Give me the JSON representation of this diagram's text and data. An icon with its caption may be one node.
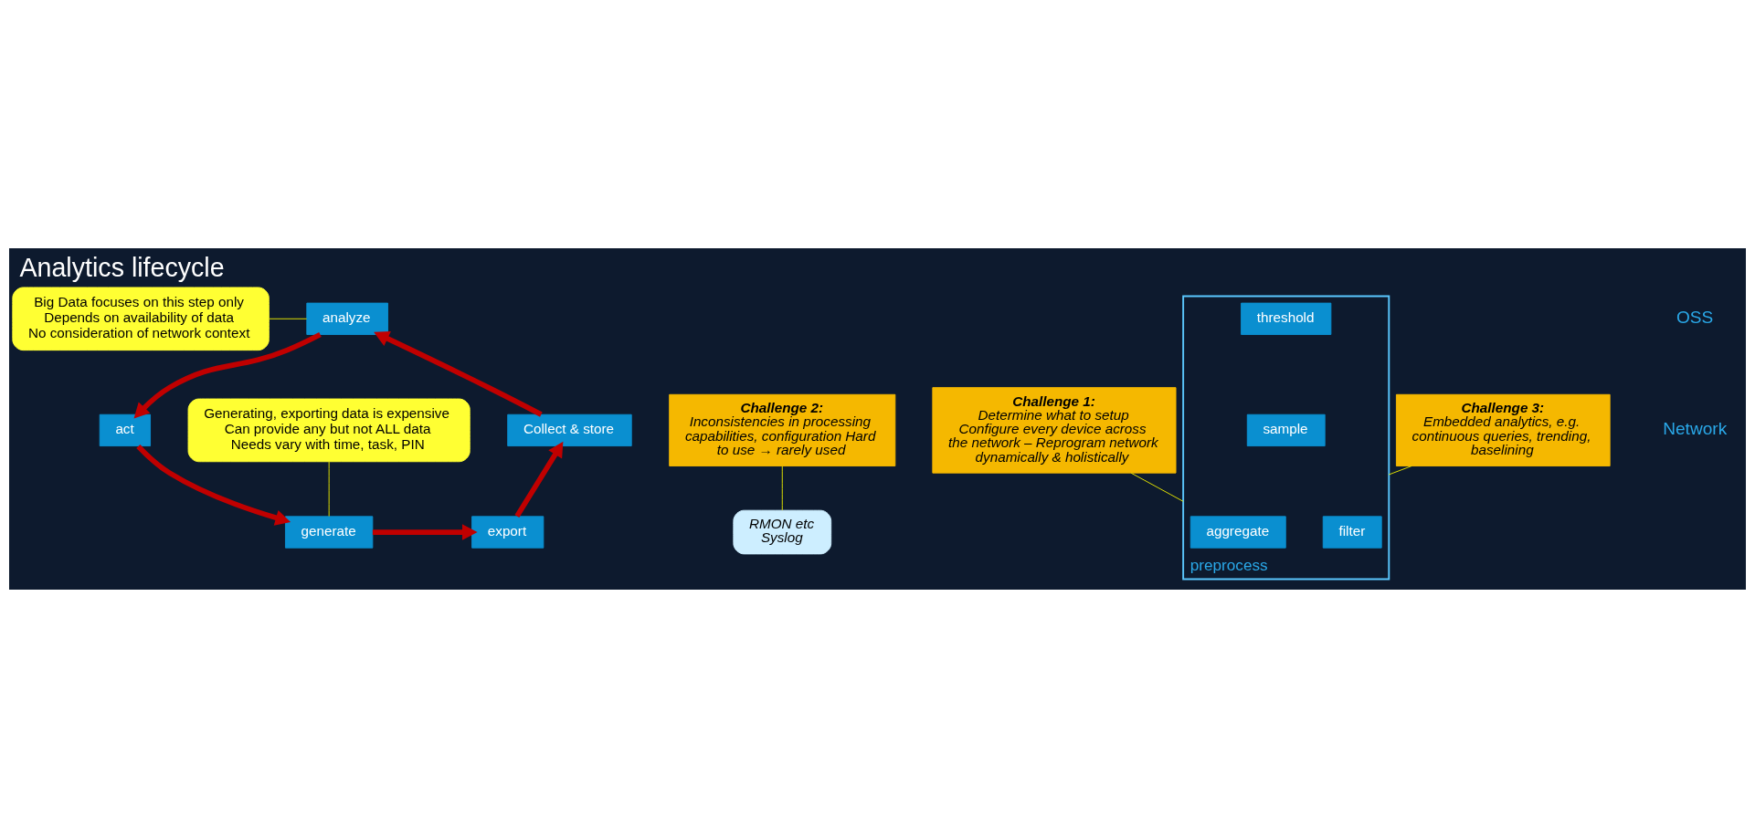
{
  "diagram": {
    "title": "Analytics lifecycle",
    "nodes": [
      {
        "text": [
          "analyze"
        ]
      },
      {
        "text": [
          "Big Data focuses on this step only",
          "Depends on availability of data",
          "No consideration of network context"
        ]
      },
      {
        "text": [
          "Collect & store"
        ]
      },
      {
        "text": [
          "act"
        ]
      },
      {
        "text": [
          "Challenge 2:",
          "Inconsistencies in processing capabilities, configuration Hard to use → rarely used"
        ]
      },
      {
        "text": [
          "RMON etc",
          "Syslog"
        ]
      },
      {
        "text": [
          "Challenge 1:",
          "Determine what to setup Configure every device across the network – Reprogram network dynamically & holistically"
        ]
      },
      {
        "text": [
          "preprocess"
        ]
      },
      {
        "text": [
          "threshold"
        ],
        "in": 7
      },
      {
        "text": [
          "filter"
        ],
        "in": 7
      },
      {
        "text": [
          "aggregate"
        ],
        "in": 7
      },
      {
        "text": [
          "sample"
        ],
        "in": 7
      },
      {
        "text": [
          "export"
        ]
      },
      {
        "text": [
          "generate"
        ]
      },
      {
        "text": [
          "Challenge 3:",
          "Embedded analytics, e.g. continuous queries, trending, baselining"
        ]
      },
      {
        "text": [
          "Generating, exporting data is expensive",
          "Can provide any but not ALL data",
          "Needs vary with time, task, PIN"
        ]
      }
    ],
    "edges": [
      {
        "from": 2,
        "to": 0,
        "arrow": "to",
        "style": "thick",
        "color": "#c00000"
      },
      {
        "from": 0,
        "to": 3,
        "arrow": "to",
        "style": "thick",
        "color": "#c00000"
      },
      {
        "from": 3,
        "to": 13,
        "arrow": "to",
        "style": "thick",
        "color": "#c00000"
      },
      {
        "from": 13,
        "to": 12,
        "arrow": "to",
        "style": "thick",
        "color": "#c00000"
      },
      {
        "from": 12,
        "to": 2,
        "arrow": "to",
        "style": "thick",
        "color": "#c00000"
      },
      {
        "from": 1,
        "to": 0,
        "arrow": "none",
        "color": "#e6e600"
      },
      {
        "from": 4,
        "to": 5,
        "arrow": "none",
        "color": "#e6e600"
      },
      {
        "from": 6,
        "to": 7,
        "arrow": "none",
        "color": "#e6e600"
      },
      {
        "from": 14,
        "to": 7,
        "arrow": "none",
        "color": "#e6e600"
      },
      {
        "from": 15,
        "to": 13,
        "arrow": "none",
        "color": "#e6e600"
      }
    ],
    "labels": [
      "OSS",
      "Network"
    ]
  }
}
